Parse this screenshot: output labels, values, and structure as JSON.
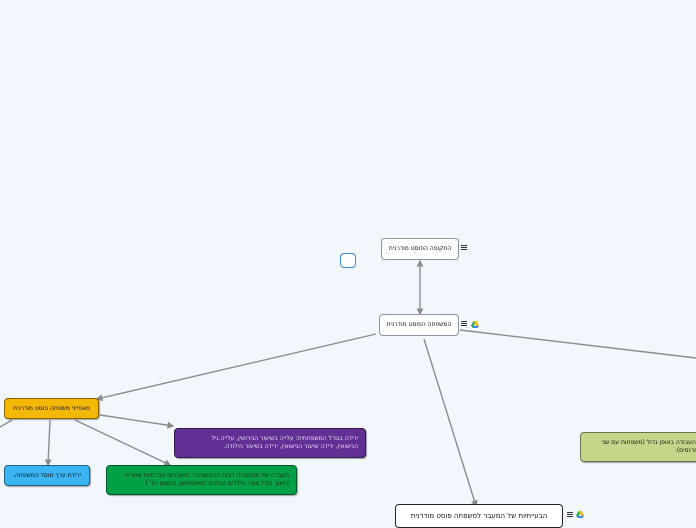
{
  "nodes": {
    "postmodern_era": {
      "label": "התקופה הפוסט מודרנית"
    },
    "postmodern_family": {
      "label": "המשפחה הפוסט מודרנית"
    },
    "characteristics": {
      "label": "מאפייני משפחה פוסט מודרנית",
      "color": "#f5b800"
    },
    "decline_marriage": {
      "label": "ירידת ערך מוסד המשפחה.",
      "color": "#3ab4f2"
    },
    "transfer_roles": {
      "line1": "העברה של פונקציות רבות מהמשפחה למערכות חברתיות אחרות",
      "line2": "(חינוך מגיל צעיר הילדים הולכים למשפחתון, פעוטון וכו' )",
      "color": "#00a046"
    },
    "decline_purple": {
      "line1": "ירידה בגודל המשפחתית: עלייה בשיעור הגירושין, עלייה גיל",
      "line2": "הנישואין, ירידה שיעור הנישואין, ירידה בשיעור הילודה.",
      "color": "#622f95"
    },
    "problems": {
      "label": "הבעייתיות של המעבר למשפחה פוסט מודרנית"
    },
    "green_right": {
      "line1": "ק העבודה באופן גדול (משפחות עם שני",
      "line2": "מפרנסים).",
      "color": "#c4d68a"
    }
  },
  "colors": {
    "connector": "#8c8c8c",
    "background": "#f1f7fd",
    "white_node_border": "#8a96a8",
    "focus_square": "#3a8ee6"
  },
  "icons": {
    "menu": "hamburger-menu-icon",
    "drive": "google-drive-icon"
  }
}
